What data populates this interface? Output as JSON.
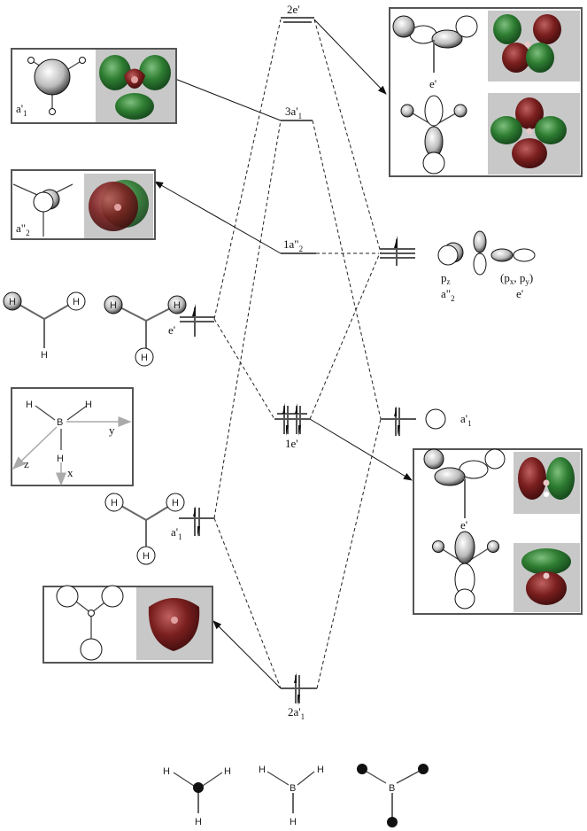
{
  "diagram": {
    "title": "BH3 molecular orbital diagram",
    "levels": {
      "mo_2e": {
        "label": "2e'",
        "occupancy": 0
      },
      "mo_3a1": {
        "label": "3a'",
        "sub": "1",
        "occupancy": 0
      },
      "mo_1a2": {
        "label": "1a\"",
        "sub": "2",
        "occupancy": 0
      },
      "mo_1e": {
        "label": "1e'",
        "occupancy": 4
      },
      "mo_2a1": {
        "label": "2a'",
        "sub": "1",
        "occupancy": 2
      },
      "h3_e": {
        "label": "e'",
        "occupancy": 1
      },
      "h3_a1": {
        "label": "a'",
        "sub": "1",
        "occupancy": 2
      },
      "b_p": {
        "label": "p",
        "occupancy": 1
      },
      "b_s": {
        "label": "a'",
        "sub": "1",
        "occupancy": 2
      }
    },
    "boron_p_labels": {
      "pz": "p",
      "pz_sub": "z",
      "pz_sym": "a\"",
      "pz_sym_sub": "2",
      "pxpy_open": "(p",
      "px_sub": "x",
      "comma_py": ", p",
      "py_sub": "y",
      "pxpy_close": ")",
      "pxpy_sym": "e'"
    },
    "boxes": {
      "a1_top": {
        "label": "a'",
        "sub": "1"
      },
      "a2": {
        "label": "a\"",
        "sub": "2"
      },
      "e_top": {
        "label": "e'"
      },
      "e_bottom": {
        "label": "e'"
      }
    },
    "h3_fragment": {
      "atom": "H"
    },
    "axes_box": {
      "atom_center": "B",
      "atom_h": "H",
      "axis_x": "x",
      "axis_y": "y",
      "axis_z": "z"
    },
    "bottom_structures": {
      "atom_h": "H",
      "atom_b": "B"
    },
    "colors": {
      "positive_lobe": "#2e7d32",
      "negative_lobe": "#7b1f1f",
      "render_bg": "#c8c8c8",
      "level_line": "#555555"
    }
  }
}
